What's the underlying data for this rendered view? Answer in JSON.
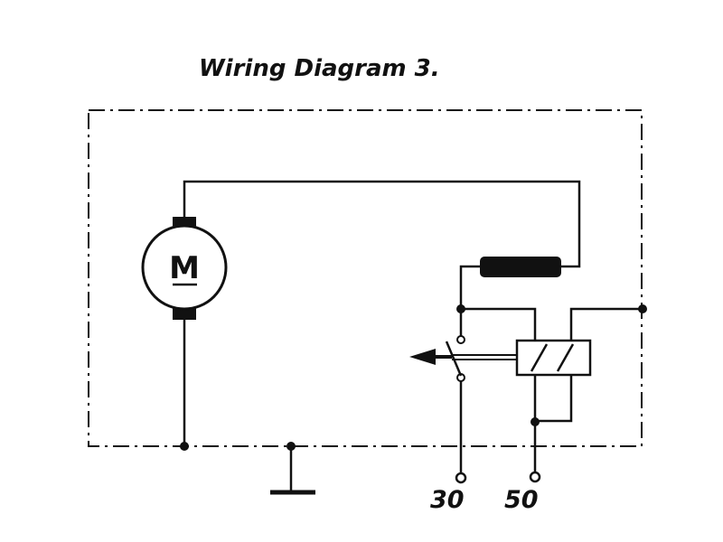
{
  "title": "Wiring Diagram 3.",
  "motor": {
    "label": "M"
  },
  "terminals": [
    {
      "id": "30",
      "label": "30"
    },
    {
      "id": "50",
      "label": "50"
    }
  ],
  "colors": {
    "line": "#111111",
    "background": "#ffffff"
  }
}
